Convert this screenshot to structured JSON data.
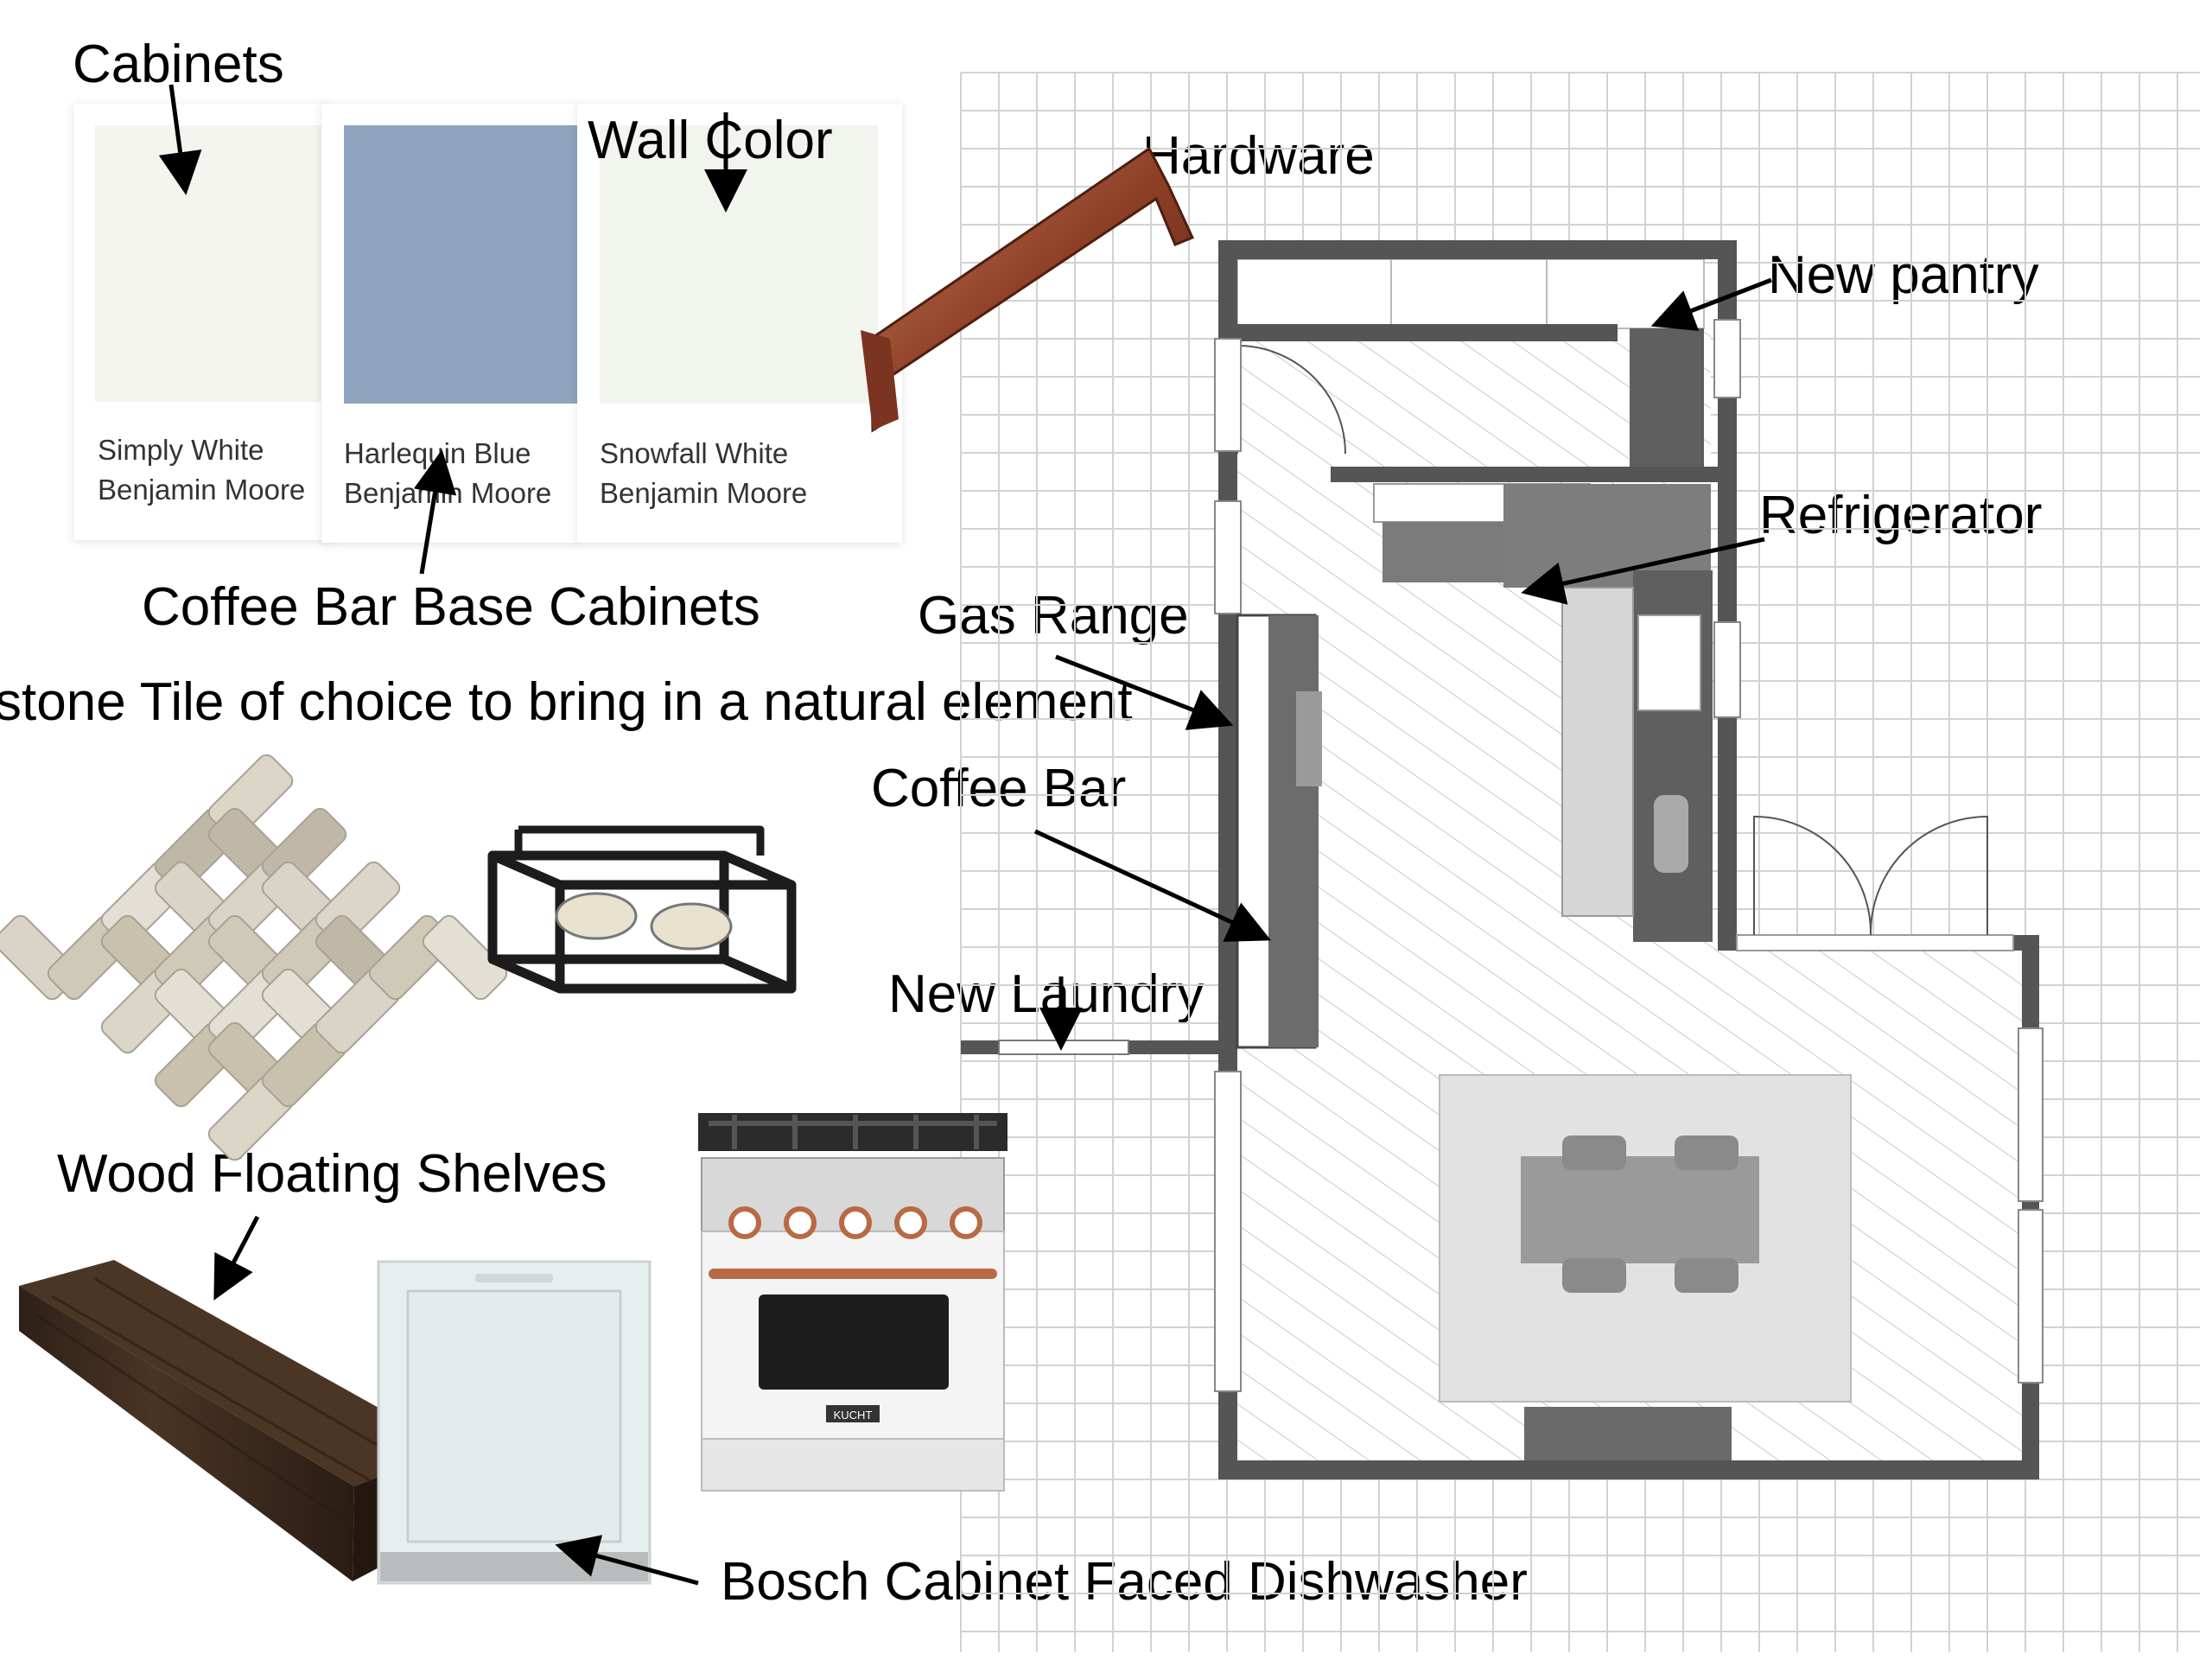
{
  "labels": {
    "cabinets": "Cabinets",
    "wall_color": "Wall Color",
    "hardware": "Hardware",
    "new_pantry": "New pantry",
    "refrigerator": "Refrigerator",
    "coffee_bar_base_cabinets": "Coffee Bar Base Cabinets",
    "gas_range": "Gas Range",
    "stone_tile": "stone Tile of choice to bring in a natural element",
    "coffee_bar": "Coffee Bar",
    "new_laundry": "New Laundry",
    "wood_floating_shelves": "Wood Floating Shelves",
    "dishwasher": "Bosch Cabinet Faced Dishwasher"
  },
  "swatches": [
    {
      "name": "Simply White",
      "brand": "Benjamin Moore",
      "color": "#f4f5ee"
    },
    {
      "name": "Harlequin Blue",
      "brand": "Benjamin Moore",
      "color": "#8fa5bf"
    },
    {
      "name": "Snowfall White",
      "brand": "Benjamin Moore",
      "color": "#f2f4ee"
    }
  ],
  "range_brand": "KUCHT",
  "colors": {
    "copper": "#9a4a30",
    "wall": "#555555",
    "cabinet_dark": "#6b6b6b",
    "wood": "#3b2a1e",
    "grid": "#cfcfcf"
  }
}
